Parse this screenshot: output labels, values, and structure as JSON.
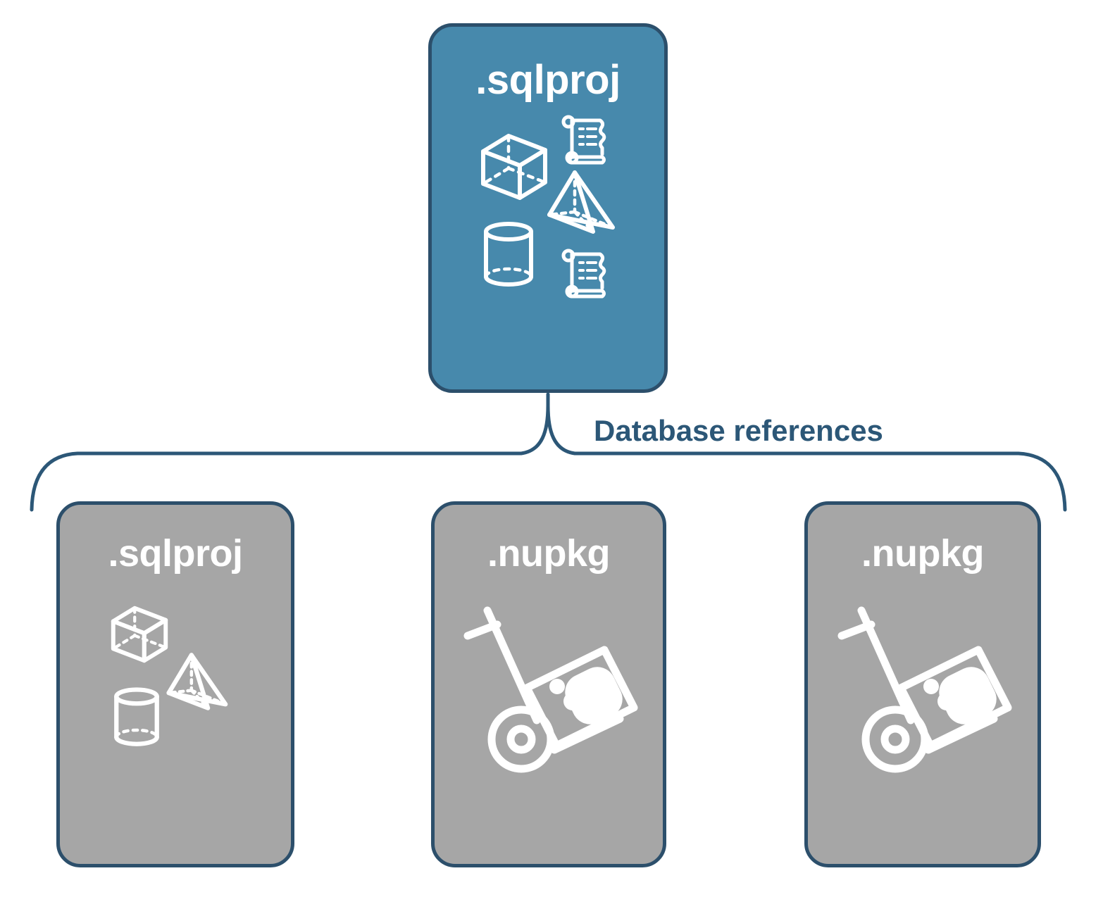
{
  "diagram": {
    "title_text_visible": false,
    "colors": {
      "primary_fill": "#4789AC",
      "secondary_fill": "#A6A6A6",
      "border": "#2C4F6B",
      "label_text": "#2C5777",
      "node_text": "#FFFFFF",
      "background": "#FFFFFF"
    },
    "root_node": {
      "label": ".sqlproj",
      "type": "primary",
      "icons": [
        "cube-wireframe-icon",
        "scroll-icon",
        "pyramid-wireframe-icon",
        "cylinder-wireframe-icon",
        "scroll-icon"
      ]
    },
    "connector": {
      "label": "Database references",
      "style": "curly-brace"
    },
    "reference_nodes": [
      {
        "label": ".sqlproj",
        "type": "secondary",
        "icon_set": "database-shapes",
        "icons": [
          "cube-wireframe-icon",
          "pyramid-wireframe-icon",
          "cylinder-wireframe-icon"
        ]
      },
      {
        "label": ".nupkg",
        "type": "secondary",
        "icon_set": "nuget-package",
        "icons": [
          "hand-truck-package-icon"
        ]
      },
      {
        "label": ".nupkg",
        "type": "secondary",
        "icon_set": "nuget-package",
        "icons": [
          "hand-truck-package-icon"
        ]
      }
    ]
  }
}
